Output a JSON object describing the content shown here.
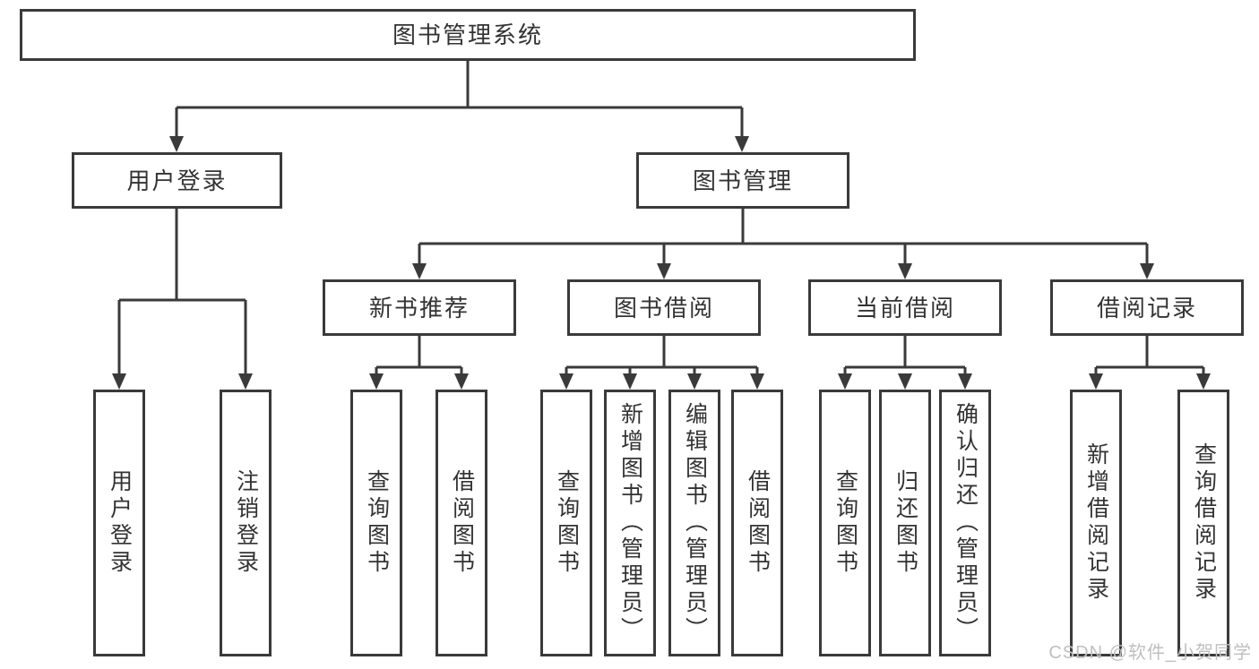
{
  "diagram": {
    "title": "图书管理系统",
    "root": {
      "label": "图书管理系统"
    },
    "level2": [
      {
        "label": "用户登录"
      },
      {
        "label": "图书管理"
      }
    ],
    "level3": [
      {
        "label": "新书推荐"
      },
      {
        "label": "图书借阅"
      },
      {
        "label": "当前借阅"
      },
      {
        "label": "借阅记录"
      }
    ],
    "leaves": {
      "user_login": [
        {
          "label": "用户登录"
        },
        {
          "label": "注销登录"
        }
      ],
      "new_books": [
        {
          "label": "查询图书"
        },
        {
          "label": "借阅图书"
        }
      ],
      "book_borrow": [
        {
          "label": "查询图书"
        },
        {
          "label": "新增图书（管理员）"
        },
        {
          "label": "编辑图书（管理员）"
        },
        {
          "label": "借阅图书"
        }
      ],
      "current_borrow": [
        {
          "label": "查询图书"
        },
        {
          "label": "归还图书"
        },
        {
          "label": "确认归还（管理员）"
        }
      ],
      "borrow_records": [
        {
          "label": "新增借阅记录"
        },
        {
          "label": "查询借阅记录"
        }
      ]
    }
  },
  "watermark": {
    "text": "CSDN @软件_小贺同学"
  },
  "colors": {
    "line": "#3a3a3a",
    "text": "#333333",
    "background": "#ffffff",
    "watermark": "#bfbfbf"
  }
}
